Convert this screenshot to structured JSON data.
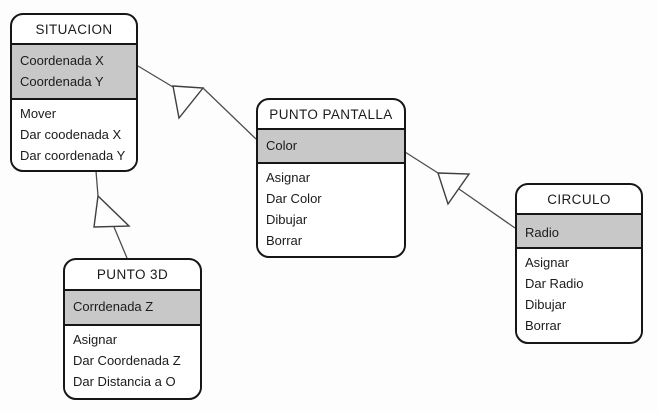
{
  "diagram": {
    "type": "uml-class-diagram",
    "colors": {
      "background": "#fdfdfd",
      "box_fill": "#ffffff",
      "attribute_section_fill": "#c8c8c8",
      "border": "#161616",
      "relation_line": "#4d4d4d"
    },
    "classes": [
      {
        "id": "situacion",
        "title": "SITUACION",
        "attributes": [
          "Coordenada X",
          "Coordenada Y"
        ],
        "methods": [
          "Mover",
          "Dar coodenada X",
          "Dar coordenada Y"
        ]
      },
      {
        "id": "punto-pantalla",
        "title": "PUNTO PANTALLA",
        "attributes": [
          "Color"
        ],
        "methods": [
          "Asignar",
          "Dar Color",
          "Dibujar",
          "Borrar"
        ]
      },
      {
        "id": "circulo",
        "title": "CIRCULO",
        "attributes": [
          "Radio"
        ],
        "methods": [
          "Asignar",
          "Dar Radio",
          "Dibujar",
          "Borrar"
        ]
      },
      {
        "id": "punto-3d",
        "title": "PUNTO 3D",
        "attributes": [
          "Corrdenada Z"
        ],
        "methods": [
          "Asignar",
          "Dar Coordenada Z",
          "Dar Distancia a O"
        ]
      }
    ],
    "relations": [
      {
        "from": "PUNTO PANTALLA",
        "to": "SITUACION",
        "type": "generalization"
      },
      {
        "from": "CIRCULO",
        "to": "PUNTO PANTALLA",
        "type": "generalization"
      },
      {
        "from": "PUNTO 3D",
        "to": "SITUACION",
        "type": "generalization"
      }
    ]
  }
}
